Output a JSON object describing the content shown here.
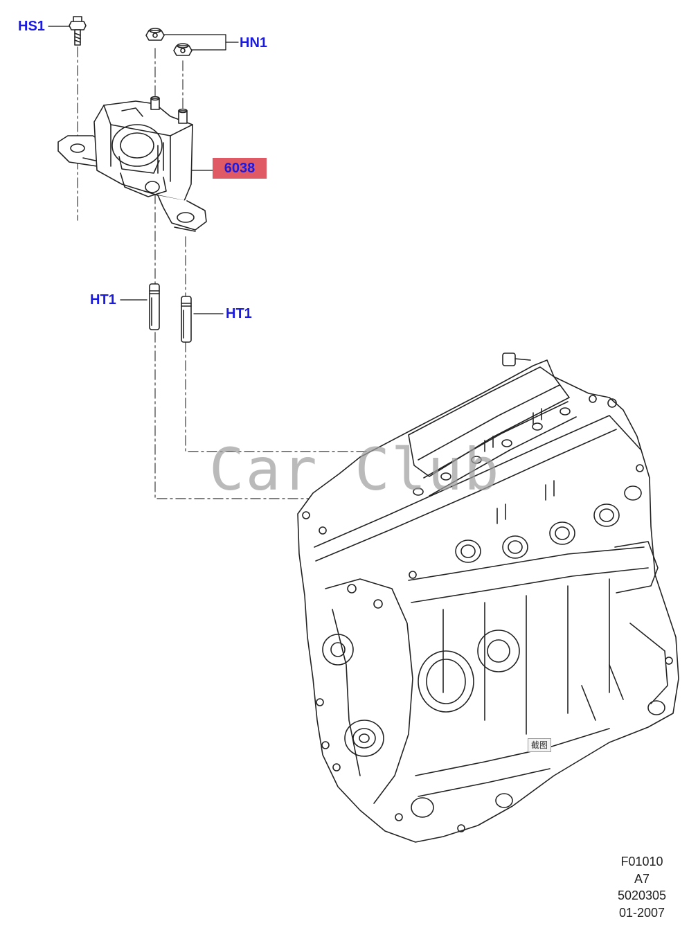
{
  "labels": {
    "hs1": "HS1",
    "hn1": "HN1",
    "part": "6038",
    "ht1_left": "HT1",
    "ht1_right": "HT1"
  },
  "watermark": "Car Club",
  "screenshot_tag": "截图",
  "reference": {
    "code": "F01010",
    "section": "A7",
    "number": "5020305",
    "date": "01-2007"
  },
  "colors": {
    "callout_text": "#1a1ae0",
    "highlight_fill": "#e05a66",
    "line_art": "#222222"
  }
}
